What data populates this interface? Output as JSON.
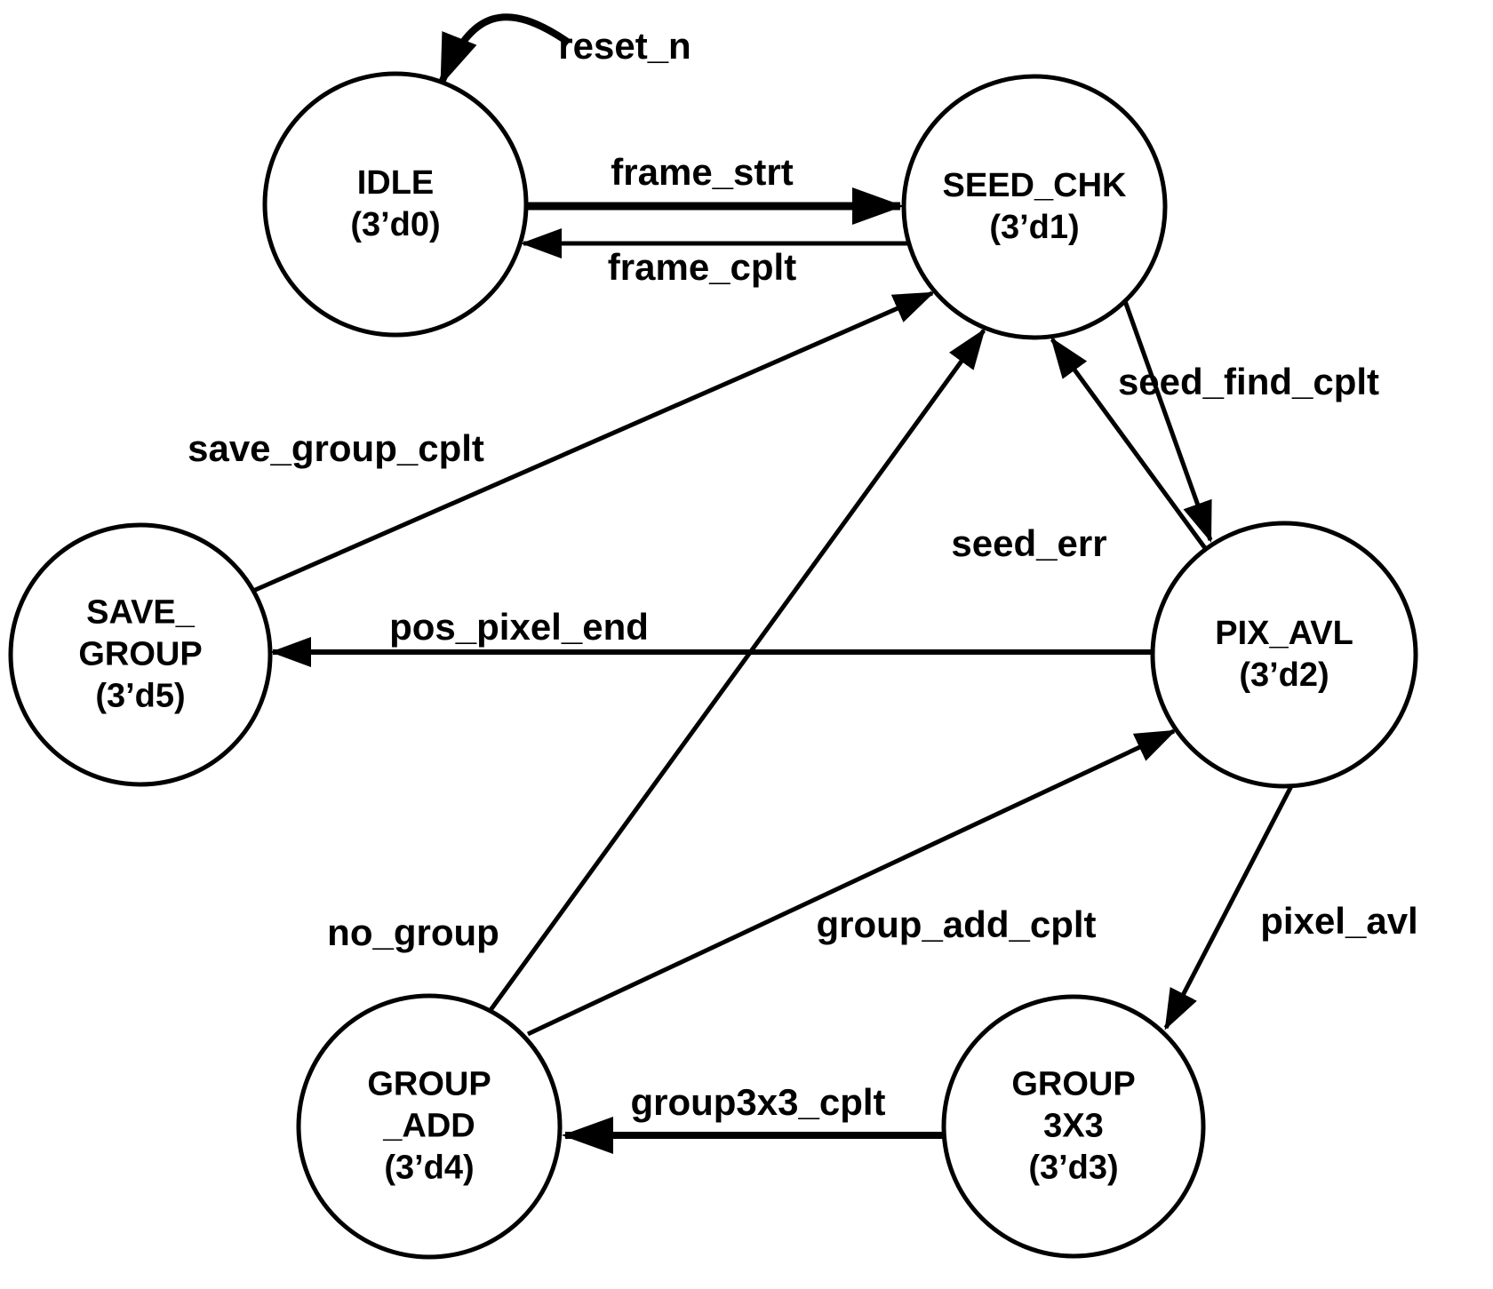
{
  "diagram": {
    "type": "state-machine",
    "background_color": "#ffffff",
    "stroke_color": "#000000",
    "text_color": "#000000",
    "states": [
      {
        "id": "idle",
        "name": "IDLE",
        "encoding": "3'd0",
        "lines": [
          "IDLE",
          "(3’d0)"
        ]
      },
      {
        "id": "seed_chk",
        "name": "SEED_CHK",
        "encoding": "3'd1",
        "lines": [
          "SEED_CHK",
          "(3’d1)"
        ]
      },
      {
        "id": "pix_avl",
        "name": "PIX_AVL",
        "encoding": "3'd2",
        "lines": [
          "PIX_AVL",
          "(3’d2)"
        ]
      },
      {
        "id": "save_group",
        "name": "SAVE_GROUP",
        "encoding": "3'd5",
        "lines": [
          "SAVE_",
          "GROUP",
          "(3’d5)"
        ]
      },
      {
        "id": "group_add",
        "name": "GROUP_ADD",
        "encoding": "3'd4",
        "lines": [
          "GROUP",
          "_ADD",
          "(3’d4)"
        ]
      },
      {
        "id": "group_3x3",
        "name": "GROUP 3X3",
        "encoding": "3'd3",
        "lines": [
          "GROUP",
          "3X3",
          "(3’d3)"
        ]
      }
    ],
    "transitions": [
      {
        "id": "reset_n",
        "label": "reset_n",
        "from": "external",
        "to": "IDLE"
      },
      {
        "id": "frame_strt",
        "label": "frame_strt",
        "from": "IDLE",
        "to": "SEED_CHK"
      },
      {
        "id": "frame_cplt",
        "label": "frame_cplt",
        "from": "SEED_CHK",
        "to": "IDLE"
      },
      {
        "id": "seed_find_cplt",
        "label": "seed_find_cplt",
        "from": "SEED_CHK",
        "to": "PIX_AVL"
      },
      {
        "id": "seed_err",
        "label": "seed_err",
        "from": "PIX_AVL",
        "to": "SEED_CHK"
      },
      {
        "id": "save_group_cplt",
        "label": "save_group_cplt",
        "from": "SAVE_GROUP",
        "to": "SEED_CHK"
      },
      {
        "id": "pos_pixel_end",
        "label": "pos_pixel_end",
        "from": "PIX_AVL",
        "to": "SAVE_GROUP"
      },
      {
        "id": "pixel_avl",
        "label": "pixel_avl",
        "from": "PIX_AVL",
        "to": "GROUP 3X3"
      },
      {
        "id": "group3x3_cplt",
        "label": "group3x3_cplt",
        "from": "GROUP 3X3",
        "to": "GROUP_ADD"
      },
      {
        "id": "group_add_cplt",
        "label": "group_add_cplt",
        "from": "GROUP_ADD",
        "to": "PIX_AVL"
      },
      {
        "id": "no_group",
        "label": "no_group",
        "from": "GROUP_ADD",
        "to": "SEED_CHK"
      }
    ]
  }
}
